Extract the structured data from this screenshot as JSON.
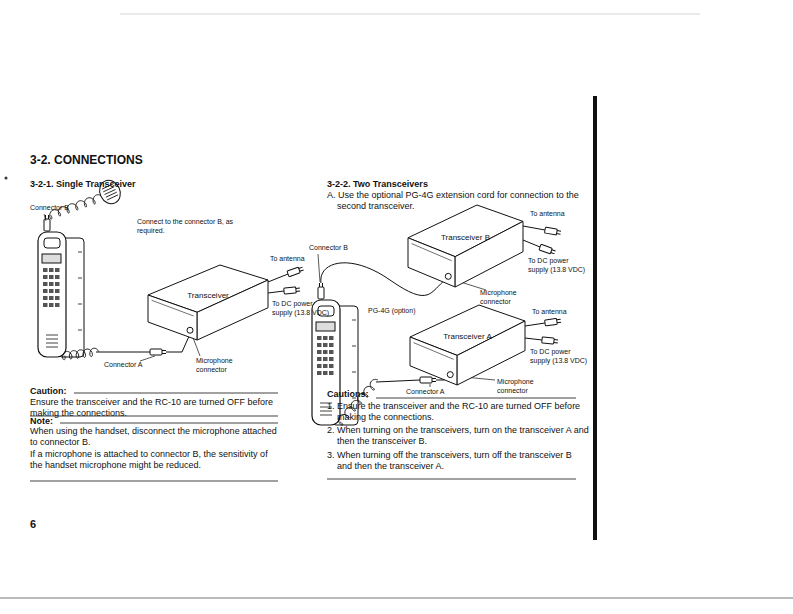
{
  "diagram": {
    "title": "3-2. CONNECTIONS",
    "nodes": [
      {
        "text": [
          "Transceiver"
        ]
      },
      {
        "text": [
          "Transceiver B"
        ]
      },
      {
        "text": [
          "Transceiver A"
        ]
      }
    ],
    "labels": [
      "3-2-1. Single Transceiver",
      "Connector B",
      "Connect to the connector B, as required.",
      "To antenna",
      "To DC power supply (13.8 VDC)",
      "Connector A",
      "Microphone connector",
      "Caution:",
      "Ensure the transceiver and the RC-10 are turned OFF before making the connections.",
      "Note:",
      "When using the handset, disconnect the microphone attached to connector B.",
      "If a microphone is attached to connector B, the sensitivity of the handset microphone might be reduced.",
      "6",
      "3-2-2. Two Transceivers",
      "A. Use the optional PG-4G extension cord for connection to the second transceiver.",
      "To antenna",
      "Connector B",
      "To DC power supply (13.8 VDC)",
      "Microphone connector",
      "PG-4G (option)",
      "To antenna",
      "To DC power supply (13.8 VDC)",
      "Microphone connector",
      "Connector A",
      "Cautions:",
      "1. Ensure the transceiver and the RC-10 are turned OFF before making the connections.",
      "2. When turning on the transceivers, turn on the transceiver A and then the transceiver B.",
      "3. When turning off the transceivers, turn off the transceiver B and then the transceiver A."
    ]
  }
}
